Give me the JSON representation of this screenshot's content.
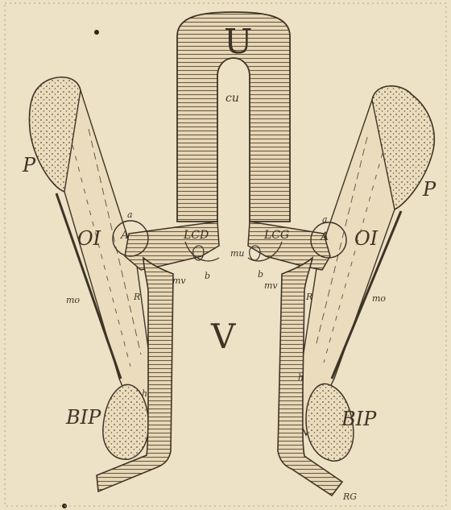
{
  "figure": {
    "colors": {
      "paper": "#ede1c6",
      "ink": "#3d3426",
      "hatch": "#6b5d45"
    },
    "labels": {
      "uterus": "U",
      "uterine_cavity": "cu",
      "vagina": "V",
      "pubis_left": "P",
      "pubis_right": "P",
      "obturator_internus_left": "OI",
      "obturator_internus_right": "OI",
      "ligament_left": "LCD",
      "ligament_right": "LCG",
      "ischiopubic_left": "BIP",
      "ischiopubic_right": "BIP",
      "arch_left": "A",
      "arch_right": "A",
      "point_a_left": "a",
      "point_a_right": "a",
      "point_b_left": "b",
      "point_b_right": "b",
      "r_left": "R",
      "r_right": "R",
      "mo_left": "mo",
      "mo_right": "mo",
      "mv_left": "mv",
      "mv_right": "mv",
      "mu_center": "mu",
      "h_left": "h",
      "h_right": "h",
      "rg": "RG"
    }
  }
}
